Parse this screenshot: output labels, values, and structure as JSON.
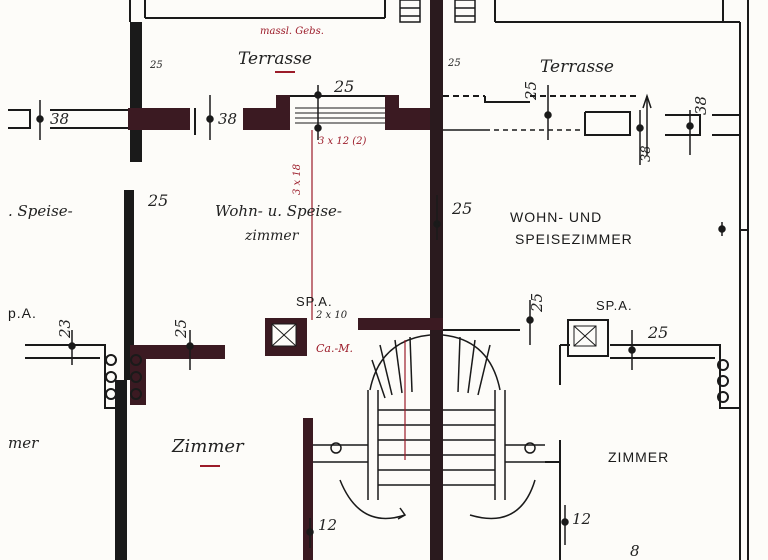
{
  "colors": {
    "paper": "#fdfcf9",
    "ink": "#1a1a1a",
    "wall_fill": "#3b1a22",
    "red_ink": "#9c1c2a"
  },
  "labels": {
    "terrace_left": "Terrasse",
    "terrace_right": "Terrasse",
    "note_top": "massl. Gebs.",
    "living_left_line1": "Wohn- u. Speise-",
    "living_left_line2": "zimmer",
    "living_right_line1": "WOHN- UND",
    "living_right_line2": "SPEISEZIMMER",
    "room_left": "Zimmer",
    "room_right": "ZIMMER",
    "edge_speise": ". Speise-",
    "edge_mer": "mer",
    "edge_sa": "p.A.",
    "spa_left": "SP.A.",
    "spa_right": "SP.A.",
    "stair_left_note": "2 x 10",
    "stair_left_red": "Ca.-M.",
    "window_note": "3 x 12 (2)",
    "vertical_red_note": "3 x 18"
  },
  "dimensions": {
    "d25_top_left_small": "25",
    "d25_top_right_small": "25",
    "d25_window": "25",
    "d25_terrace_right": "25",
    "d38_left_edge": "38",
    "d38_left": "38",
    "d38_right_small": "38",
    "d38_right": "38",
    "d25_mid_left": "25",
    "d25_mid_center": "25",
    "d23_left": "23",
    "d25_lower_left": "25",
    "d25_stair_top": "25",
    "d25_lower_right": "25",
    "d12_bottom_left": "12",
    "d12_bottom_right": "12",
    "d8_bottom": "8"
  }
}
